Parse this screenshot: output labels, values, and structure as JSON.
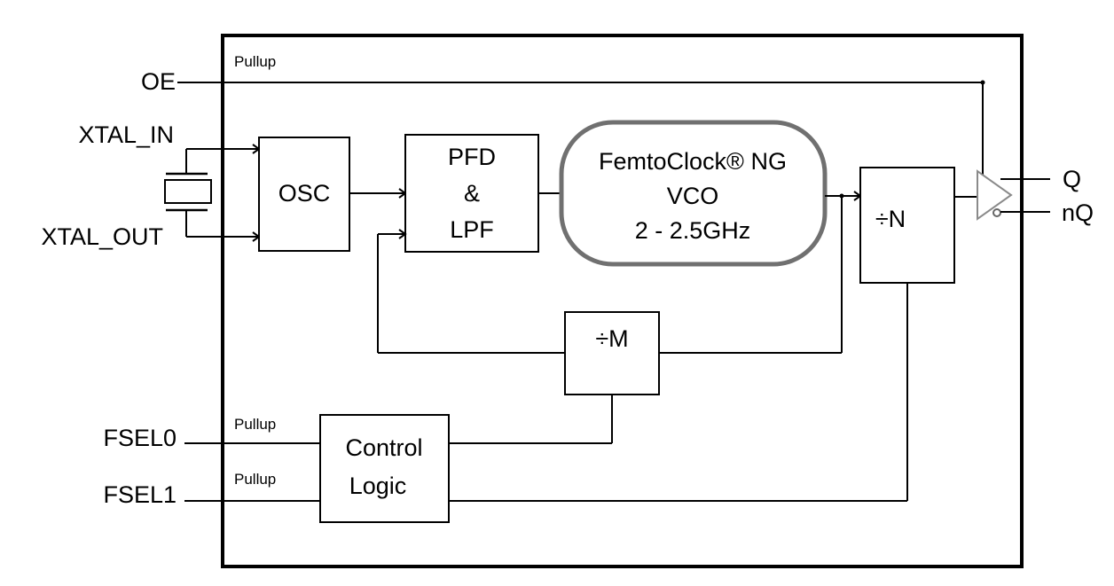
{
  "pins": {
    "oe": "OE",
    "xtal_in": "XTAL_IN",
    "xtal_out": "XTAL_OUT",
    "fsel0": "FSEL0",
    "fsel1": "FSEL1",
    "q": "Q",
    "nq": "nQ"
  },
  "pullups": {
    "oe": "Pullup",
    "fsel0": "Pullup",
    "fsel1": "Pullup"
  },
  "blocks": {
    "osc": "OSC",
    "pfd": [
      "PFD",
      "&",
      "LPF"
    ],
    "vco": [
      "FemtoClock® NG",
      "VCO",
      "2 - 2.5GHz"
    ],
    "div_n": "÷N",
    "div_m": "÷M",
    "control": [
      "Control",
      "Logic"
    ]
  }
}
